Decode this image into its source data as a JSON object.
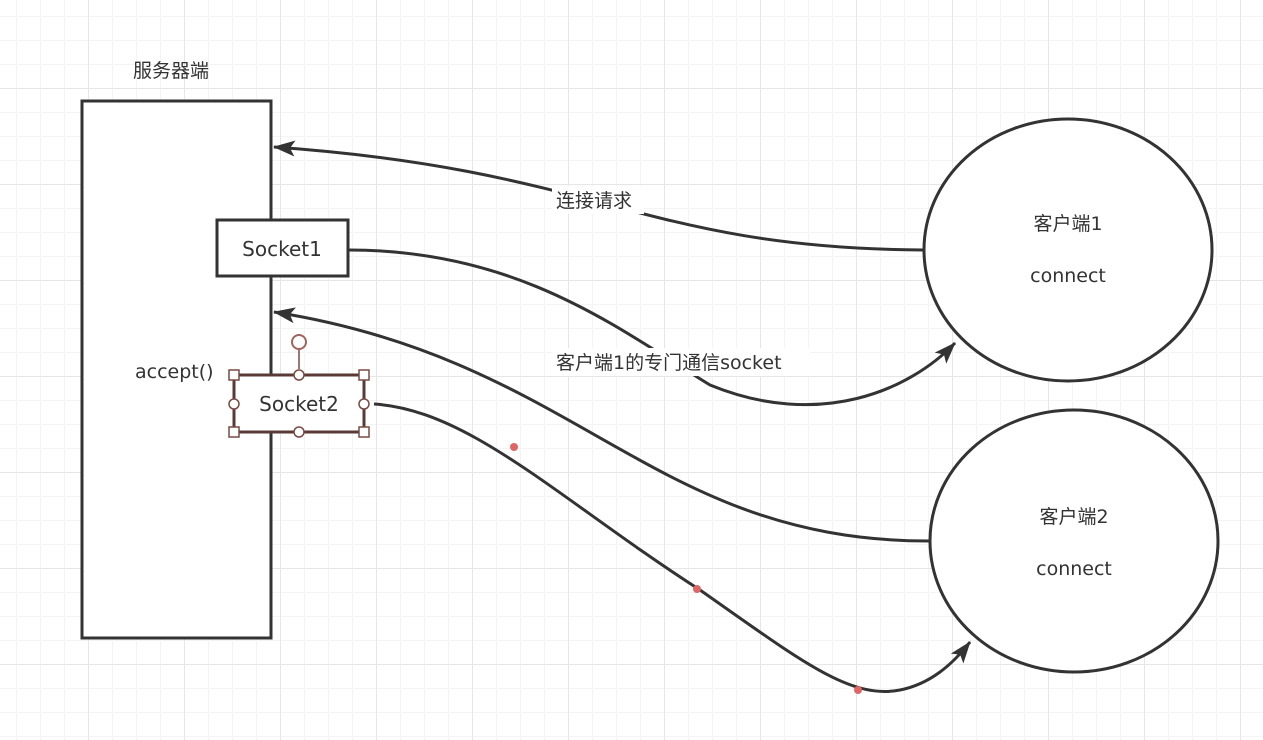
{
  "server": {
    "label": "服务器端",
    "accept_label": "accept()",
    "sockets": [
      {
        "label": "Socket1",
        "selected": false
      },
      {
        "label": "Socket2",
        "selected": true
      }
    ]
  },
  "clients": [
    {
      "name": "客户端1",
      "action": "connect"
    },
    {
      "name": "客户端2",
      "action": "connect"
    }
  ],
  "edge_labels": {
    "connect_request": "连接请求",
    "dedicated_socket": "客户端1的专门通信socket"
  },
  "colors": {
    "stroke": "#333333",
    "selection": "#7a4a44",
    "waypoint": "#e06666",
    "grid": "#e6e6e6"
  }
}
